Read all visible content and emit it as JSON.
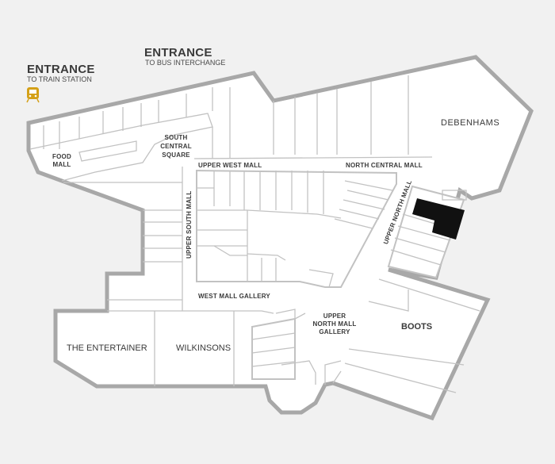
{
  "entrances": {
    "bus": {
      "title": "ENTRANCE",
      "subtitle": "TO BUS INTERCHANGE"
    },
    "train": {
      "title": "ENTRANCE",
      "subtitle": "TO TRAIN STATION"
    }
  },
  "areas": {
    "food_mall": "FOOD MALL",
    "south_central_square": "SOUTH CENTRAL SQUARE",
    "upper_west_mall": "UPPER WEST MALL",
    "north_central_mall": "NORTH CENTRAL MALL",
    "upper_north_mall": "UPPER NORTH MALL",
    "upper_south_mall": "UPPER SOUTH MALL",
    "west_mall_gallery": "WEST MALL GALLERY",
    "upper_north_mall_gallery": "UPPER NORTH MALL GALLERY"
  },
  "stores": {
    "debenhams": "DEBENHAMS",
    "boots": "BOOTS",
    "the_entertainer": "THE ENTERTAINER",
    "wilkinsons": "WILKINSONS"
  },
  "colors": {
    "wall": "#a8a8a8",
    "highlight": "#111111",
    "train_icon": "#d4a017",
    "text": "#3a3a3a"
  },
  "icons": {
    "train": "train-icon"
  }
}
